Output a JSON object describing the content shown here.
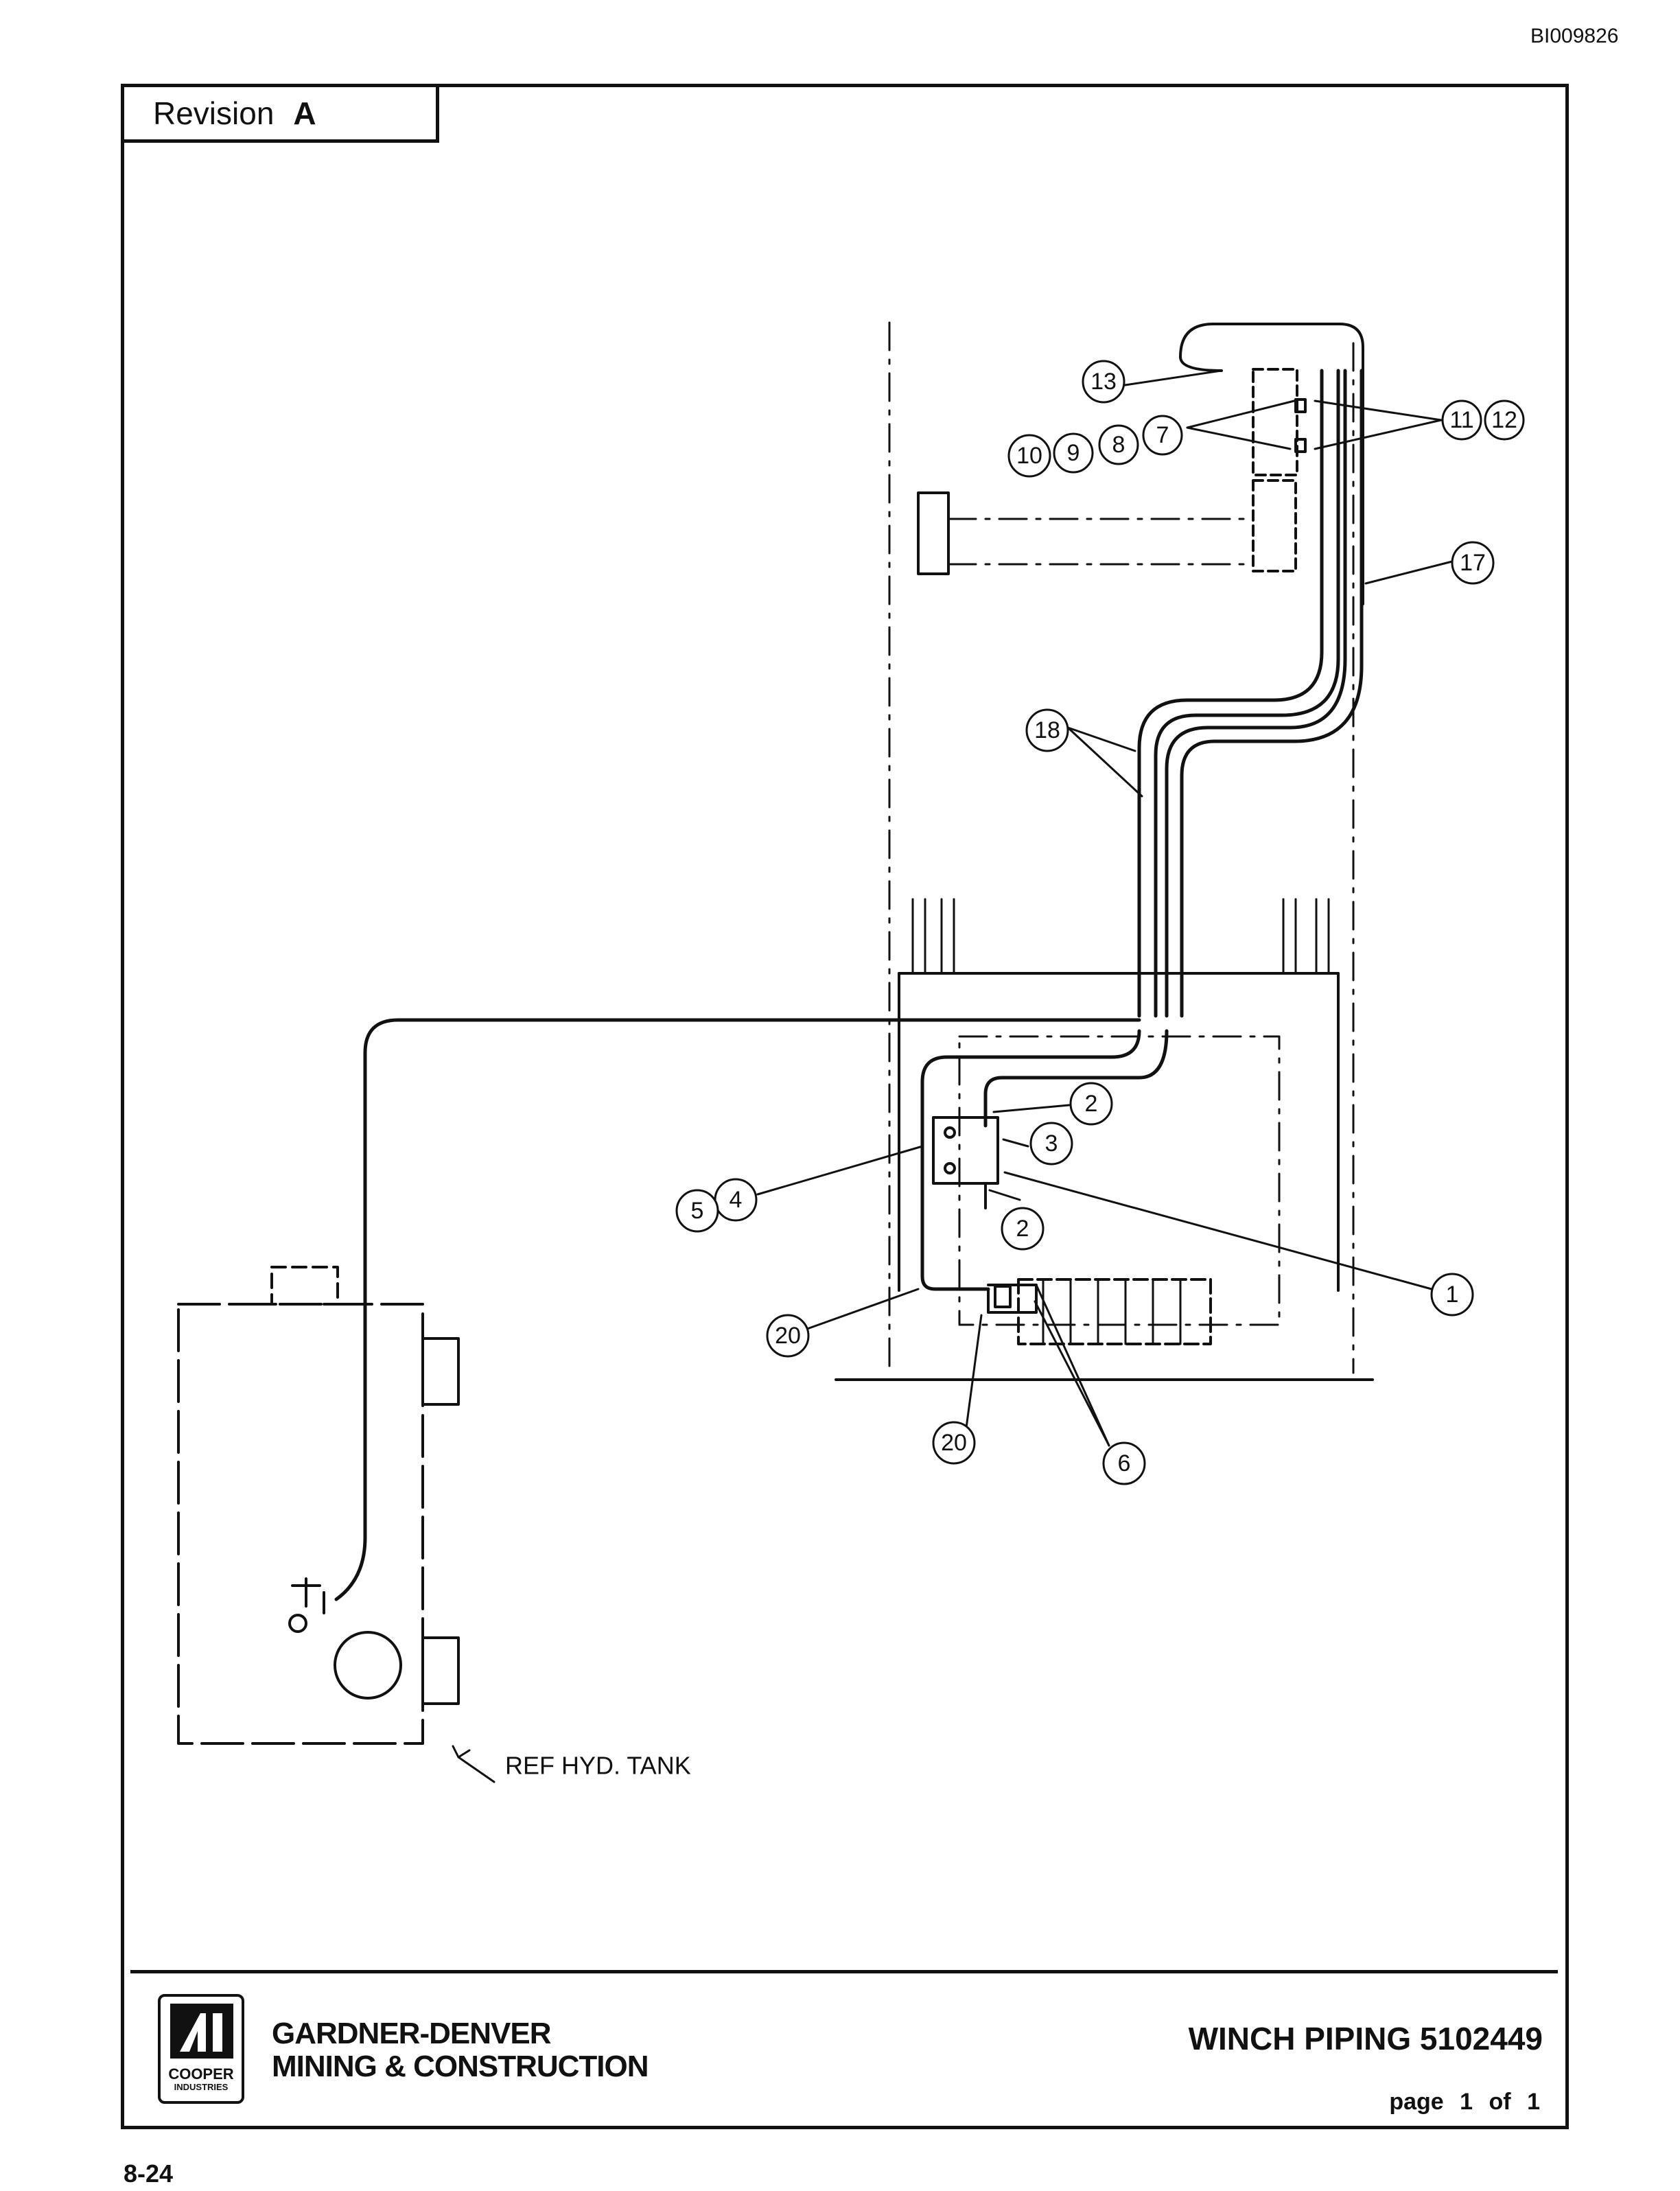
{
  "document_id": "BI009826",
  "revision": {
    "label": "Revision",
    "value": "A"
  },
  "callouts": {
    "c1": "1",
    "c2a": "2",
    "c2b": "2",
    "c3": "3",
    "c4": "4",
    "c5": "5",
    "c6": "6",
    "c7": "7",
    "c8": "8",
    "c9": "9",
    "c10": "10",
    "c11": "11",
    "c12": "12",
    "c13": "13",
    "c17": "17",
    "c18": "18",
    "c20a": "20",
    "c20b": "20"
  },
  "tank_note": "REF HYD. TANK",
  "title_block": {
    "logo_text": "COOPER",
    "logo_subtext": "INDUSTRIES",
    "company_line1": "GARDNER-DENVER",
    "company_line2": "MINING & CONSTRUCTION",
    "drawing_title": "WINCH PIPING  5102449",
    "page_label": "page",
    "page_current": "1",
    "page_of": "of",
    "page_total": "1"
  },
  "page_number": "8-24"
}
